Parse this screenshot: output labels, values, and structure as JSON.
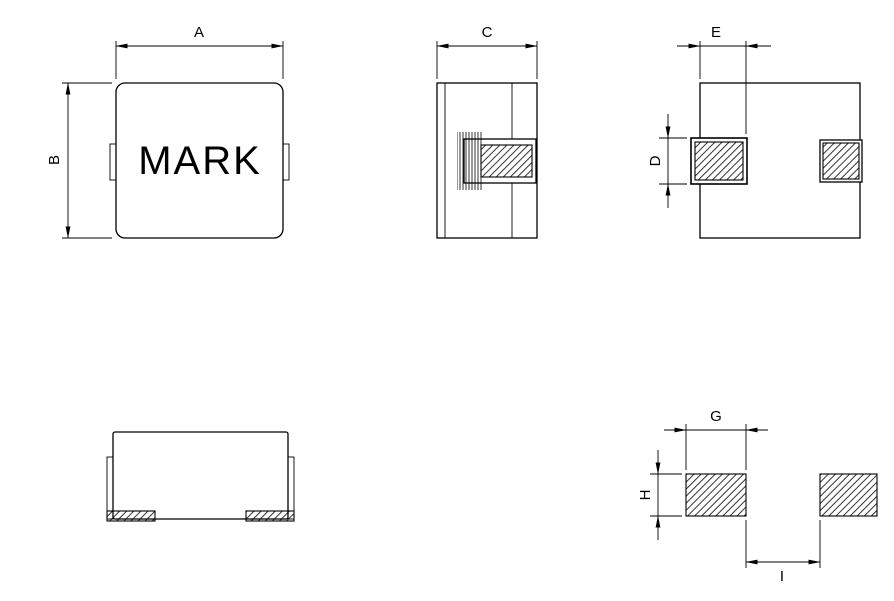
{
  "drawing": {
    "colors": {
      "ink": "#000000",
      "paper": "#ffffff"
    },
    "top_view": {
      "mark": "MARK",
      "dim_width": "A",
      "dim_height": "B"
    },
    "side_view": {
      "dim_depth": "C"
    },
    "end_view": {
      "dim_terminal_width": "E",
      "dim_terminal_height": "D"
    },
    "land_pattern": {
      "dim_pad_width": "G",
      "dim_pad_height": "H",
      "dim_pad_gap": "I"
    }
  }
}
